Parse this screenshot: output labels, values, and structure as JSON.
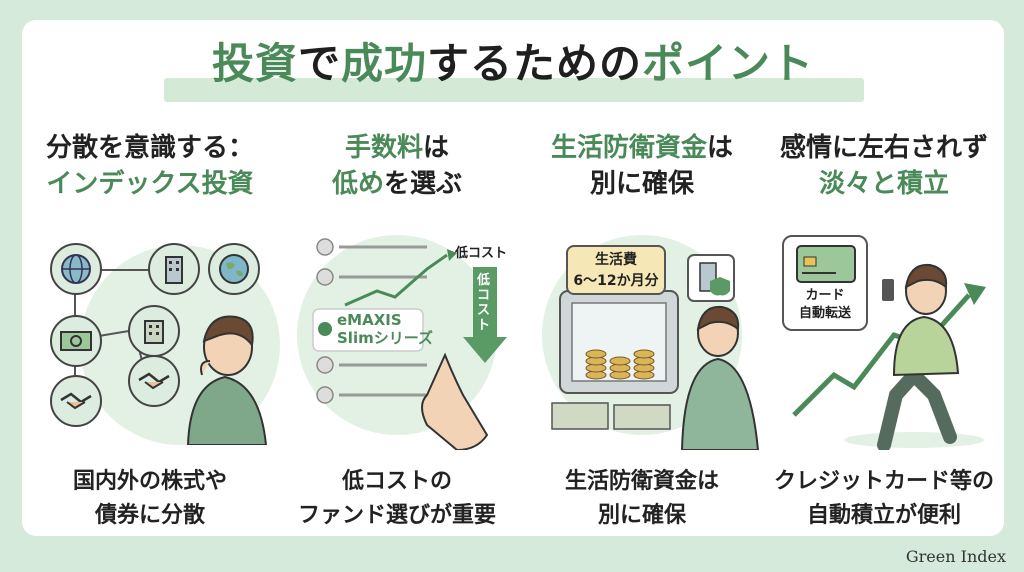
{
  "title": {
    "part1": "投資",
    "part2": "で",
    "part3": "成功",
    "part4": "するための",
    "part5": "ポイント"
  },
  "columns": [
    {
      "head_line1": "分散を意識する：",
      "head_line2": "インデックス投資",
      "caption_line1": "国内外の株式や",
      "caption_line2": "債券に分散"
    },
    {
      "head_line1_a": "手数料",
      "head_line1_b": "は",
      "head_line2_a": "低め",
      "head_line2_b": "を選ぶ",
      "illus": {
        "low_cost_top": "低コスト",
        "low_cost_vertical": "低コスト",
        "fund_name_1": "eMAXIS",
        "fund_name_2": "Slimシリーズ"
      },
      "caption_line1": "低コストの",
      "caption_line2": "ファンド選びが重要"
    },
    {
      "head_line1_a": "生活防衛資金",
      "head_line1_b": "は",
      "head_line2": "別に確保",
      "illus": {
        "bubble_line1": "生活費",
        "bubble_line2": "6〜12か月分"
      },
      "caption_line1": "生活防衛資金は",
      "caption_line2": "別に確保"
    },
    {
      "head_line1": "感情に左右されず",
      "head_line2": "淡々と積立",
      "illus": {
        "card_label_1": "カード",
        "card_label_2": "自動転送"
      },
      "caption_line1": "クレジットカード等の",
      "caption_line2": "自動積立が便利"
    }
  ],
  "brand": "Green Index",
  "colors": {
    "accent": "#4a8a58",
    "background": "#d6eadb",
    "panel": "#ffffff",
    "light_green": "#e3f1e5"
  }
}
